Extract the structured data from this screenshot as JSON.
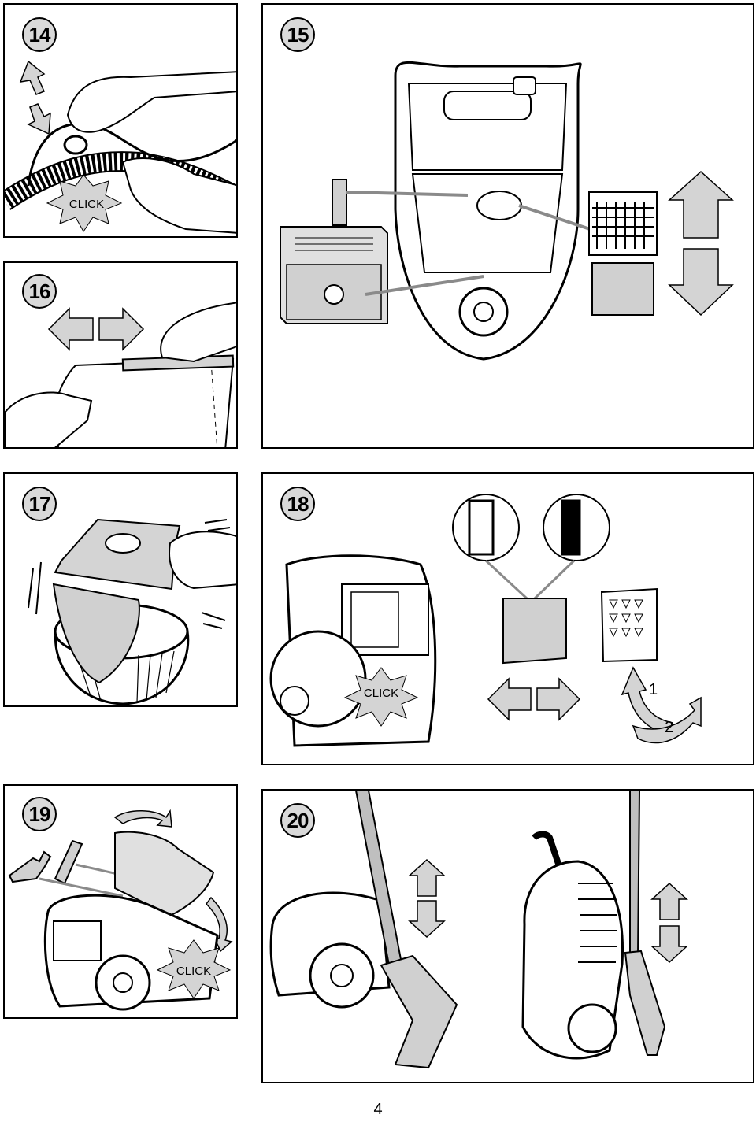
{
  "panels": [
    {
      "number": "14",
      "callout": "CLICK"
    },
    {
      "number": "15"
    },
    {
      "number": "16"
    },
    {
      "number": "17"
    },
    {
      "number": "18",
      "callout": "CLICK",
      "steps": [
        "1",
        "2"
      ]
    },
    {
      "number": "19",
      "callout": "CLICK"
    },
    {
      "number": "20"
    }
  ],
  "page_number": "4",
  "colors": {
    "arrow_fill": "#d4d4d4",
    "line": "#000000",
    "grey": "#bfbfbf"
  }
}
